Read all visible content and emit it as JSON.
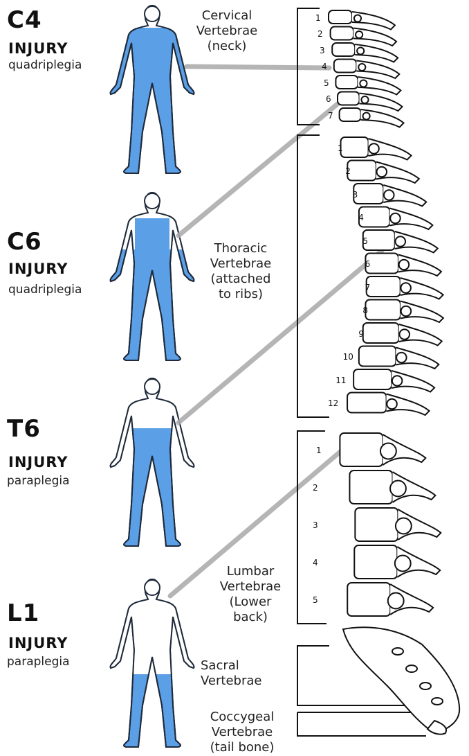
{
  "injuries": [
    {
      "level": "C4",
      "label": "INJURY",
      "type": "quadriplegia"
    },
    {
      "level": "C6",
      "label": "INJURY",
      "type": "quadriplegia"
    },
    {
      "level": "T6",
      "label": "INJURY",
      "type": "paraplegia"
    },
    {
      "level": "L1",
      "label": "INJURY",
      "type": "paraplegia"
    }
  ],
  "regions": {
    "cervical": [
      "Cervical",
      "Vertebrae",
      "(neck)"
    ],
    "thoracic": [
      "Thoracic",
      "Vertebrae",
      "(attached",
      "to ribs)"
    ],
    "lumbar": [
      "Lumbar",
      "Vertebrae",
      "(Lower",
      "back)"
    ],
    "sacral": [
      "Sacral",
      "Vertebrae"
    ],
    "coccygeal": [
      "Coccygeal",
      "Vertebrae",
      "(tail bone)"
    ]
  },
  "vertebra_numbers": {
    "cervical": [
      "1",
      "2",
      "3",
      "4",
      "5",
      "6",
      "7"
    ],
    "thoracic": [
      "1",
      "2",
      "3",
      "4",
      "5",
      "6",
      "7",
      "8",
      "9",
      "10",
      "11",
      "12"
    ],
    "lumbar": [
      "1",
      "2",
      "3",
      "4",
      "5"
    ]
  },
  "colors": {
    "paralysis": "#5b9fe6",
    "outline": "#1f2a3a",
    "pointer": "#a9a9a9"
  }
}
